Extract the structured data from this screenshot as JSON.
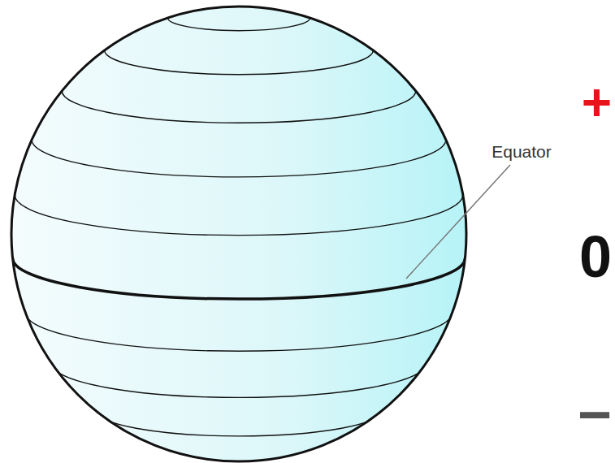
{
  "diagram": {
    "labels": [
      "+",
      "Equator",
      "0",
      "−"
    ]
  }
}
